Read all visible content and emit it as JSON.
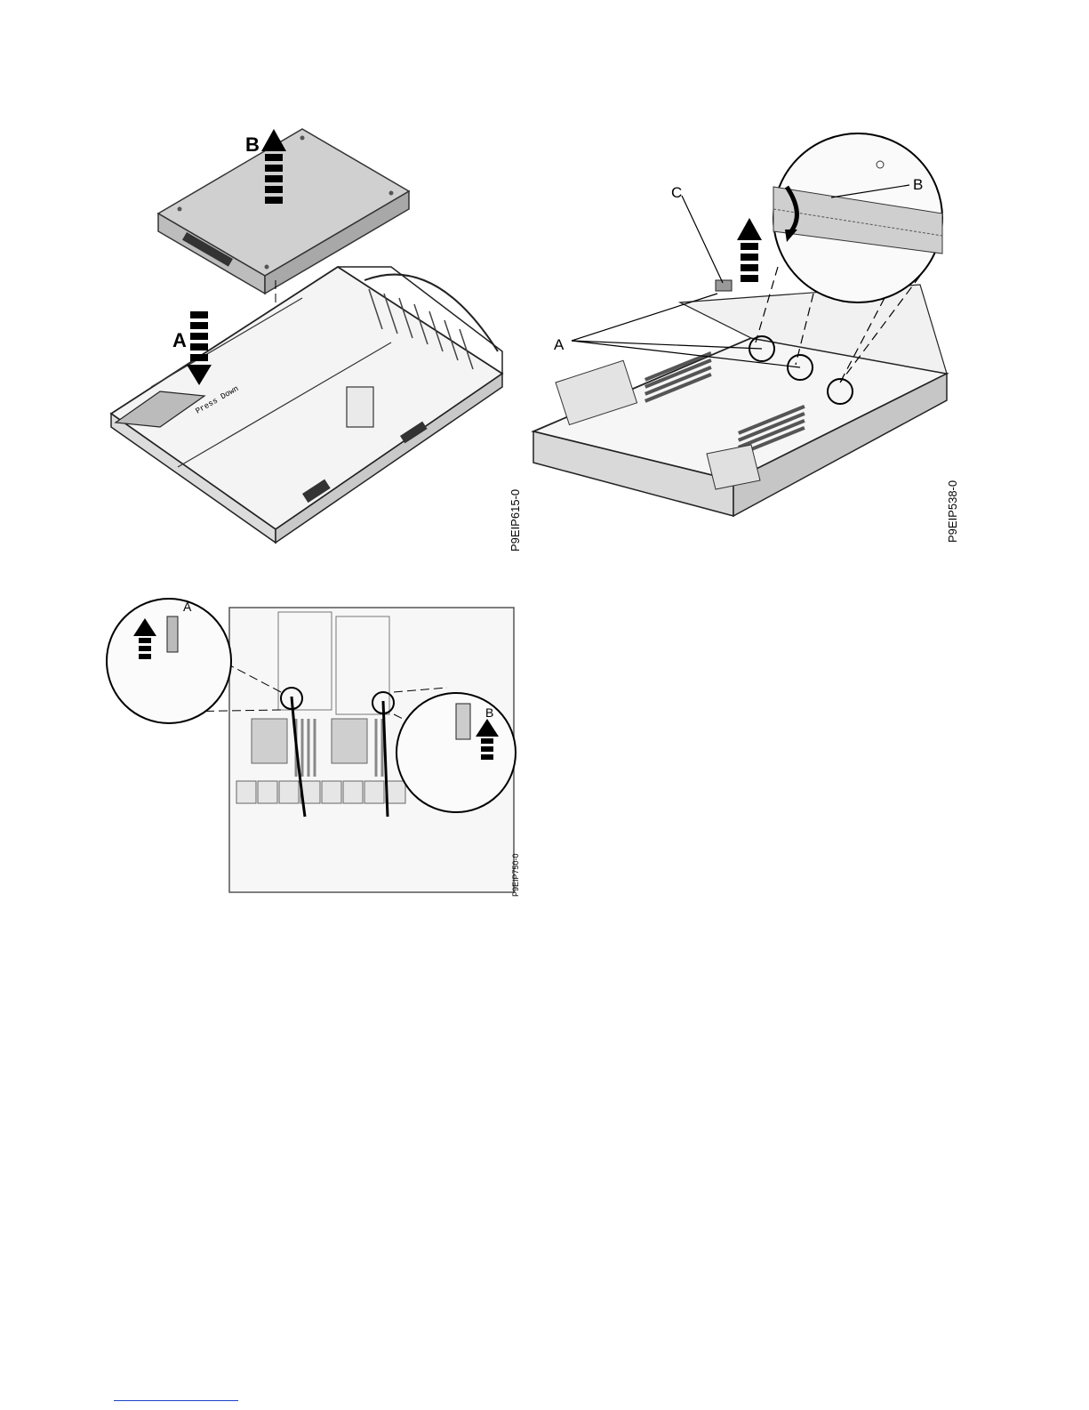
{
  "figure1": {
    "callout_a": "A",
    "callout_b": "B",
    "label_press": "Press Down",
    "figure_id": "P9EIP615-0"
  },
  "figure2": {
    "callout_a": "A",
    "callout_b": "B",
    "callout_c": "C",
    "figure_id": "P9EIP538-0"
  },
  "figure3": {
    "callout_a": "A",
    "callout_b": "B",
    "figure_id": "P9EIP750-0"
  },
  "footer": {
    "link_color": "#1a3fc7"
  }
}
